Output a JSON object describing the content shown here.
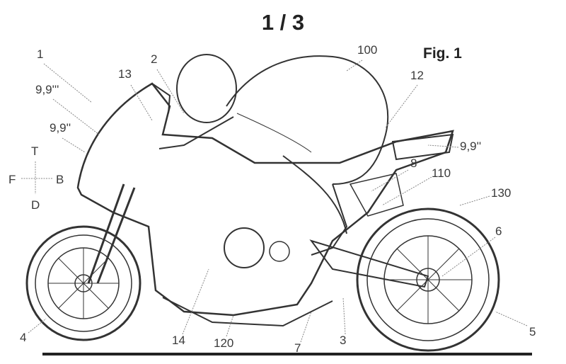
{
  "sheet_number": "1 / 3",
  "figure_label": "Fig. 1",
  "reference_numerals": {
    "motorcycle": "1",
    "rider_2": "2",
    "windscreen_13": "13",
    "ref_12": "12",
    "rider_assembly": "100",
    "ref_9_triple": "9,9'''",
    "ref_9_double_front": "9,9''",
    "ref_9_double_rear": "9,9''",
    "ref_8": "8",
    "ref_110": "110",
    "ref_130": "130",
    "ref_6": "6",
    "front_wheel_4": "4",
    "ref_14": "14",
    "ref_120": "120",
    "ref_7": "7",
    "ref_3": "3",
    "rear_wheel_5": "5"
  },
  "direction_axes": {
    "top": "T",
    "down": "D",
    "front": "F",
    "back": "B"
  }
}
